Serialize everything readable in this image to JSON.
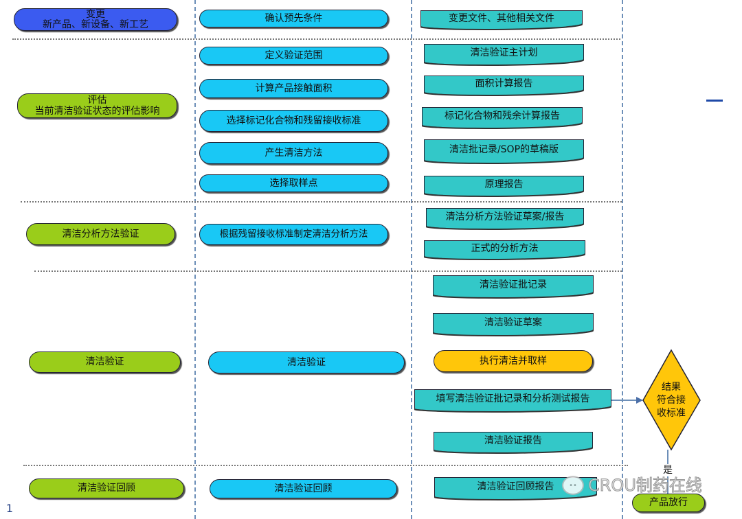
{
  "lane1": [
    "变更\n新产品、新设备、新工艺",
    "评估\n当前清洁验证状态的评估影响",
    "清洁分析方法验证",
    "清洁验证",
    "清洁验证回顾"
  ],
  "lane2": [
    "确认预先条件",
    "定义验证范围",
    "计算产品接触面积",
    "选择标记化合物和残留接收标准",
    "产生清洁方法",
    "选择取样点",
    "根据残留接收标准制定清洁分析方法",
    "清洁验证",
    "清洁验证回顾"
  ],
  "lane3": [
    "变更文件、其他相关文件",
    "清洁验证主计划",
    "面积计算报告",
    "标记化合物和残余计算报告",
    "清洁批记录/SOP的草稿版",
    "原理报告",
    "清洁分析方法验证草案/报告",
    "正式的分析方法",
    "清洁验证批记录",
    "清洁验证草案",
    "执行清洁并取样",
    "填写清洁验证批记录和分析测试报告",
    "清洁验证报告",
    "清洁验证回顾报告"
  ],
  "decision": "结果\n符合接\n收标准",
  "yes_label": "是",
  "release": "产品放行",
  "page_number": "1",
  "watermark": "CROU制药在线",
  "colors": {
    "change": "#3b5bf0",
    "phase": "#9acd1a",
    "task": "#19c8f5",
    "execute": "#ffc60a",
    "document": "#33c8c8"
  }
}
